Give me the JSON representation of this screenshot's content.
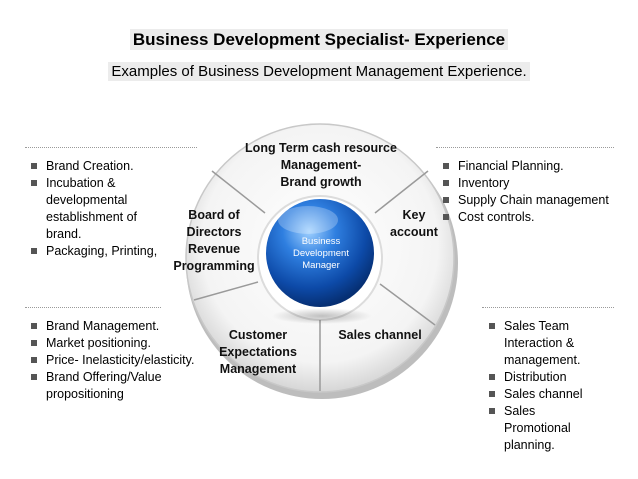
{
  "title": "Business Development Specialist- Experience",
  "subtitle": "Examples of  Business Development Management Experience.",
  "center": {
    "line1": "Business",
    "line2": "Development",
    "line3": "Manager"
  },
  "segments": {
    "top": {
      "line1": "Long Term cash resource",
      "line2": "Management-",
      "line3": "Brand growth"
    },
    "left": {
      "line1": "Board of",
      "line2": "Directors",
      "line3": "Revenue",
      "line4": "Programming"
    },
    "right": {
      "line1": "Key",
      "line2": "account"
    },
    "bottom_left": {
      "line1": "Customer",
      "line2": "Expectations",
      "line3": "Management"
    },
    "bottom_right": {
      "line1": "Sales channel"
    }
  },
  "lists": {
    "top_left": [
      "Brand Creation.",
      "Incubation  &",
      "developmental",
      "establishment of",
      "brand.",
      "Packaging, Printing,"
    ],
    "top_right": [
      "Financial Planning.",
      "Inventory",
      "Supply Chain management",
      "Cost controls."
    ],
    "bottom_left": [
      "Brand Management.",
      "Market positioning.",
      "Price- Inelasticity/elasticity.",
      "Brand Offering/Value",
      "propositioning"
    ],
    "bottom_right": [
      "Sales Team",
      "Interaction &",
      "management.",
      "Distribution",
      "Sales channel",
      "Sales",
      "Promotional",
      "planning."
    ]
  }
}
